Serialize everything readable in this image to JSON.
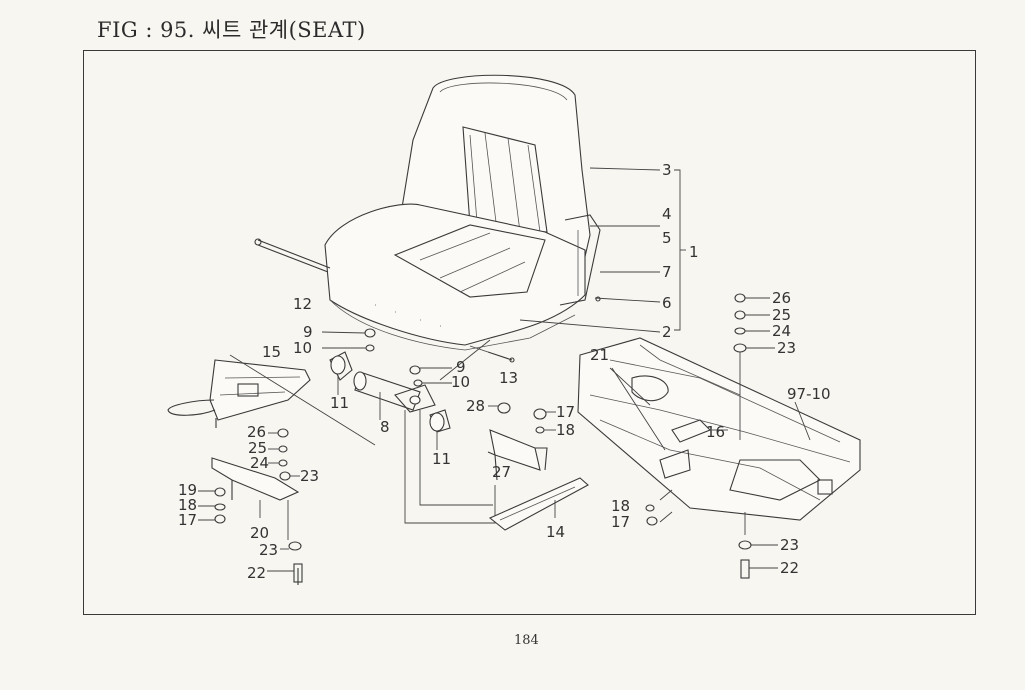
{
  "header": {
    "title": "FIG : 95. 씨트 관계(SEAT)"
  },
  "footer": {
    "page_number": "184"
  },
  "callouts": {
    "c1": "1",
    "c2": "2",
    "c3": "3",
    "c4": "4",
    "c5": "5",
    "c6": "6",
    "c7": "7",
    "c8": "8",
    "c9a": "9",
    "c9b": "9",
    "c10a": "10",
    "c10b": "10",
    "c11a": "11",
    "c11b": "11",
    "c12": "12",
    "c13": "13",
    "c14": "14",
    "c15": "15",
    "c16": "16",
    "c17a": "17",
    "c17b": "17",
    "c17c": "17",
    "c18a": "18",
    "c18b": "18",
    "c18c": "18",
    "c19": "19",
    "c20": "20",
    "c21": "21",
    "c22a": "22",
    "c22b": "22",
    "c23a": "23",
    "c23b": "23",
    "c23c": "23",
    "c23d": "23",
    "c24a": "24",
    "c24b": "24",
    "c25a": "25",
    "c25b": "25",
    "c26a": "26",
    "c26b": "26",
    "c27": "27",
    "c28": "28",
    "c9710": "97-10"
  }
}
